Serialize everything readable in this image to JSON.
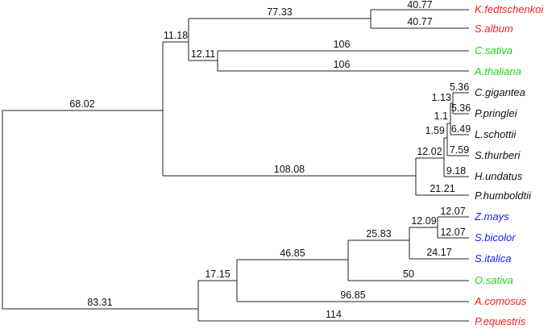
{
  "colors": {
    "red": "#ff1a1a",
    "green": "#1ed21e",
    "black": "#111111",
    "blue": "#1a1aff"
  },
  "taxa": [
    {
      "name": "K.fedtschenkoi",
      "color": "red"
    },
    {
      "name": "S.album",
      "color": "red"
    },
    {
      "name": "C.sativa",
      "color": "green"
    },
    {
      "name": "A.thaliana",
      "color": "green"
    },
    {
      "name": "C.gigantea",
      "color": "black"
    },
    {
      "name": "P.pringlei",
      "color": "black"
    },
    {
      "name": "L.schottii",
      "color": "black"
    },
    {
      "name": "S.thurberi",
      "color": "black"
    },
    {
      "name": "H.undatus",
      "color": "black"
    },
    {
      "name": "P.humboldtii",
      "color": "black"
    },
    {
      "name": "Z.mays",
      "color": "blue"
    },
    {
      "name": "S.bicolor",
      "color": "blue"
    },
    {
      "name": "S.italica",
      "color": "blue"
    },
    {
      "name": "O.sativa",
      "color": "green"
    },
    {
      "name": "A.comosus",
      "color": "red"
    },
    {
      "name": "P.equestris",
      "color": "red"
    }
  ],
  "branch_labels": {
    "root_upper": "68.02",
    "root_lower": "83.31",
    "n1": "11.18",
    "n2": "77.33",
    "kfed": "40.77",
    "salb": "40.77",
    "n3": "12.11",
    "csat": "106",
    "atha": "106",
    "n4": "108.08",
    "n5": "12.02",
    "n6": "1.59",
    "n7": "1.1",
    "n8": "1.13",
    "cgig": "5.36",
    "ppri": "5.36",
    "lsch": "6.49",
    "sthu": "7.59",
    "hund": "9.18",
    "phum": "21.21",
    "n9": "17.15",
    "n10": "46.85",
    "n11": "25.83",
    "n12": "12.09",
    "zmay": "12.07",
    "sbic": "12.07",
    "sita": "24.17",
    "osat": "50",
    "acom": "96.85",
    "pequ": "114"
  }
}
